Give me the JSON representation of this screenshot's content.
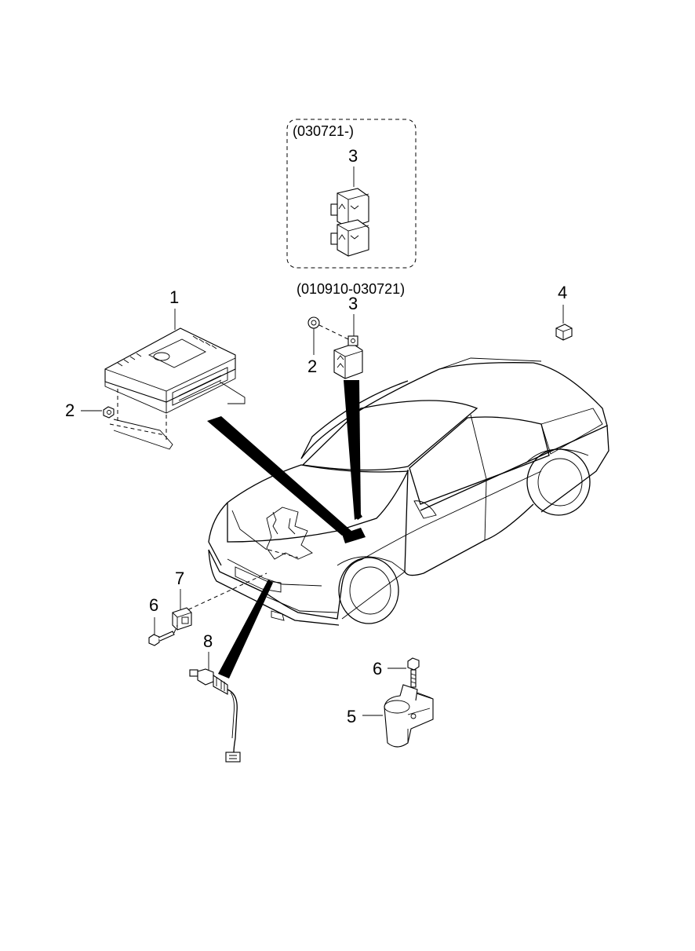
{
  "variants": {
    "late": "(030721-)",
    "early": "(010910-030721)"
  },
  "callouts": {
    "ecu": "1",
    "nut_ecu": "2",
    "nut_relay": "2",
    "relay_late": "3",
    "relay_early": "3",
    "small_relay": "4",
    "crank_sensor": "5",
    "bolt_crank": "6",
    "bolt_cam": "6",
    "cam_sensor": "7",
    "temp_sensor": "8"
  },
  "colors": {
    "ink": "#000000",
    "paper": "#ffffff"
  }
}
